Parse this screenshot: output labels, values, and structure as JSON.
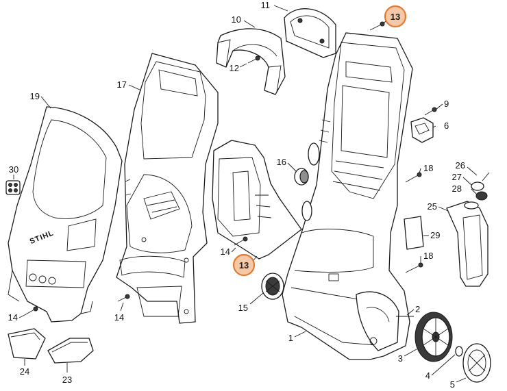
{
  "diagram": {
    "brand": "STIHL",
    "highlight_color": "#e37a2f",
    "callouts": [
      {
        "id": "13a",
        "text": "13",
        "highlighted": true
      },
      {
        "id": "13b",
        "text": "13",
        "highlighted": true
      },
      {
        "id": "11",
        "text": "11"
      },
      {
        "id": "10",
        "text": "10"
      },
      {
        "id": "12",
        "text": "12"
      },
      {
        "id": "17",
        "text": "17"
      },
      {
        "id": "19",
        "text": "19"
      },
      {
        "id": "30",
        "text": "30"
      },
      {
        "id": "9",
        "text": "9"
      },
      {
        "id": "6",
        "text": "6"
      },
      {
        "id": "16",
        "text": "16"
      },
      {
        "id": "18a",
        "text": "18"
      },
      {
        "id": "18b",
        "text": "18"
      },
      {
        "id": "26",
        "text": "26"
      },
      {
        "id": "27",
        "text": "27"
      },
      {
        "id": "28",
        "text": "28"
      },
      {
        "id": "25",
        "text": "25"
      },
      {
        "id": "29",
        "text": "29"
      },
      {
        "id": "14a",
        "text": "14"
      },
      {
        "id": "14b",
        "text": "14"
      },
      {
        "id": "14c",
        "text": "14"
      },
      {
        "id": "15",
        "text": "15"
      },
      {
        "id": "2",
        "text": "2"
      },
      {
        "id": "1",
        "text": "1"
      },
      {
        "id": "3",
        "text": "3"
      },
      {
        "id": "4",
        "text": "4"
      },
      {
        "id": "5",
        "text": "5"
      },
      {
        "id": "24",
        "text": "24"
      },
      {
        "id": "23",
        "text": "23"
      }
    ]
  }
}
